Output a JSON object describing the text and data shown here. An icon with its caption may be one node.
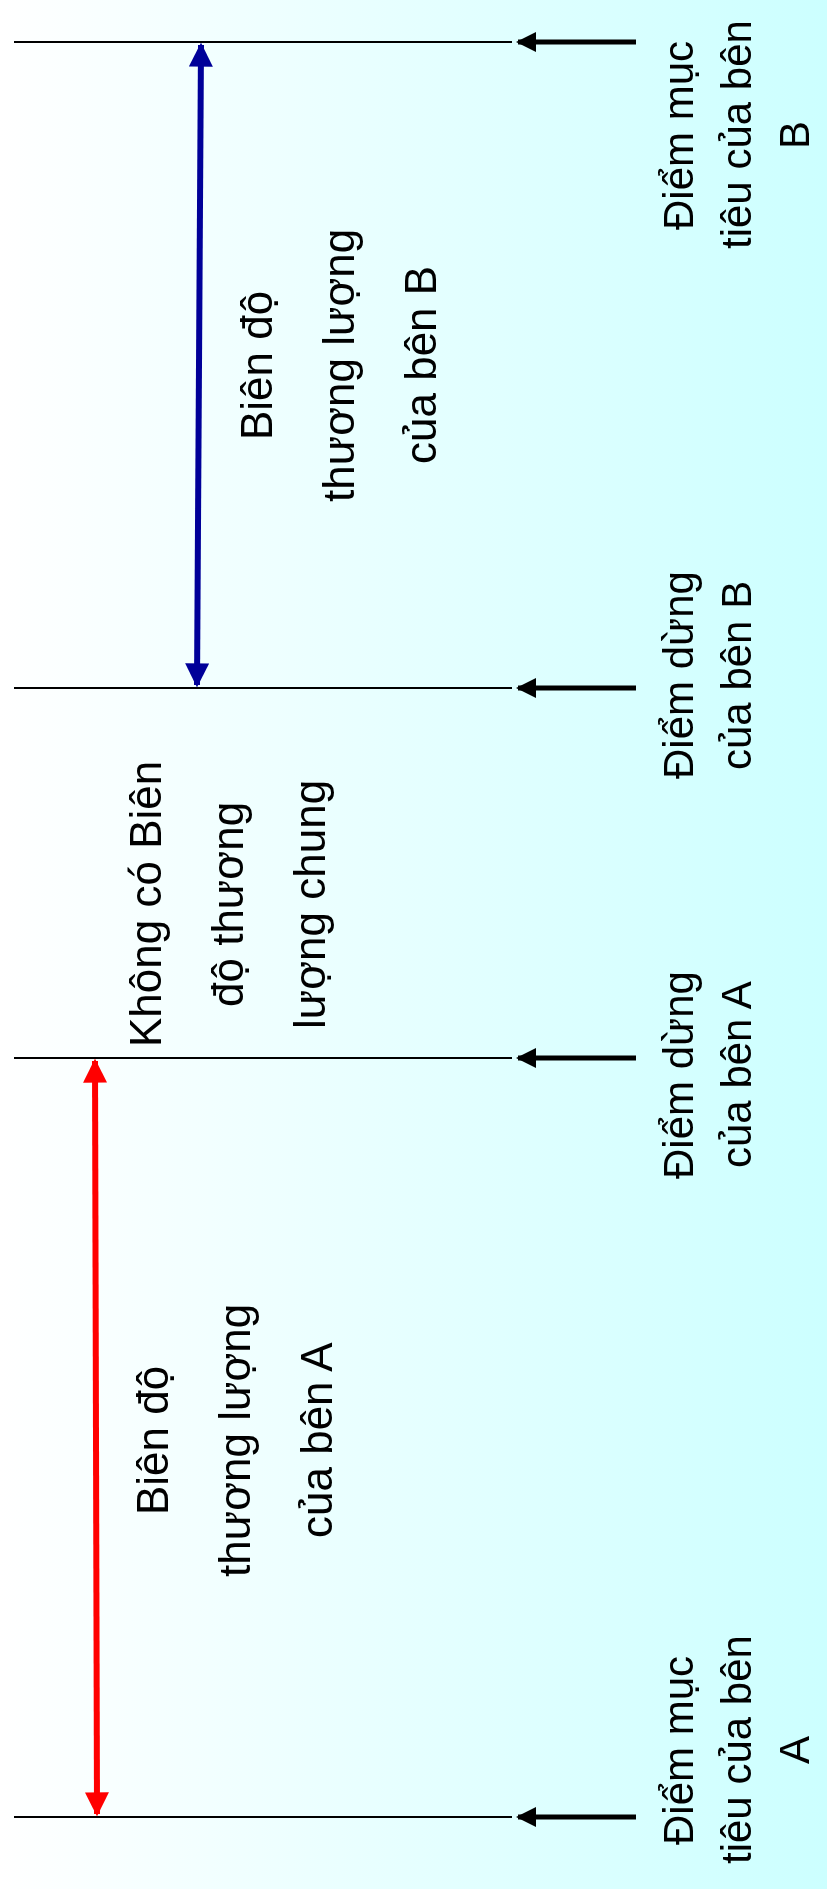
{
  "diagram": {
    "nodes": [
      {
        "text": [],
        "shape": "line"
      },
      {
        "text": [],
        "shape": "line"
      },
      {
        "text": [],
        "shape": "line"
      },
      {
        "text": [],
        "shape": "line"
      },
      {
        "text": [
          "Điểm mục tiêu của bên B"
        ]
      },
      {
        "text": [
          "Điểm dừng của bên B"
        ]
      },
      {
        "text": [
          "Điểm dừng của bên A"
        ]
      },
      {
        "text": [
          "Điểm mục tiêu của bên A"
        ]
      }
    ],
    "edges": [
      {
        "from": 4,
        "to": 0,
        "arrow": "to"
      },
      {
        "from": 5,
        "to": 1,
        "arrow": "to"
      },
      {
        "from": 6,
        "to": 2,
        "arrow": "to"
      },
      {
        "from": 7,
        "to": 3,
        "arrow": "to"
      },
      {
        "from": 0,
        "to": 1,
        "arrow": "both",
        "label": "Biên độ thương lượng của bên B",
        "color": "#000099"
      },
      {
        "from": 2,
        "to": 3,
        "arrow": "both",
        "label": "Biên độ thương lượng của bên A",
        "color": "#ff0000"
      }
    ],
    "labels": [
      "Không có Biên độ thương lượng chung"
    ]
  }
}
